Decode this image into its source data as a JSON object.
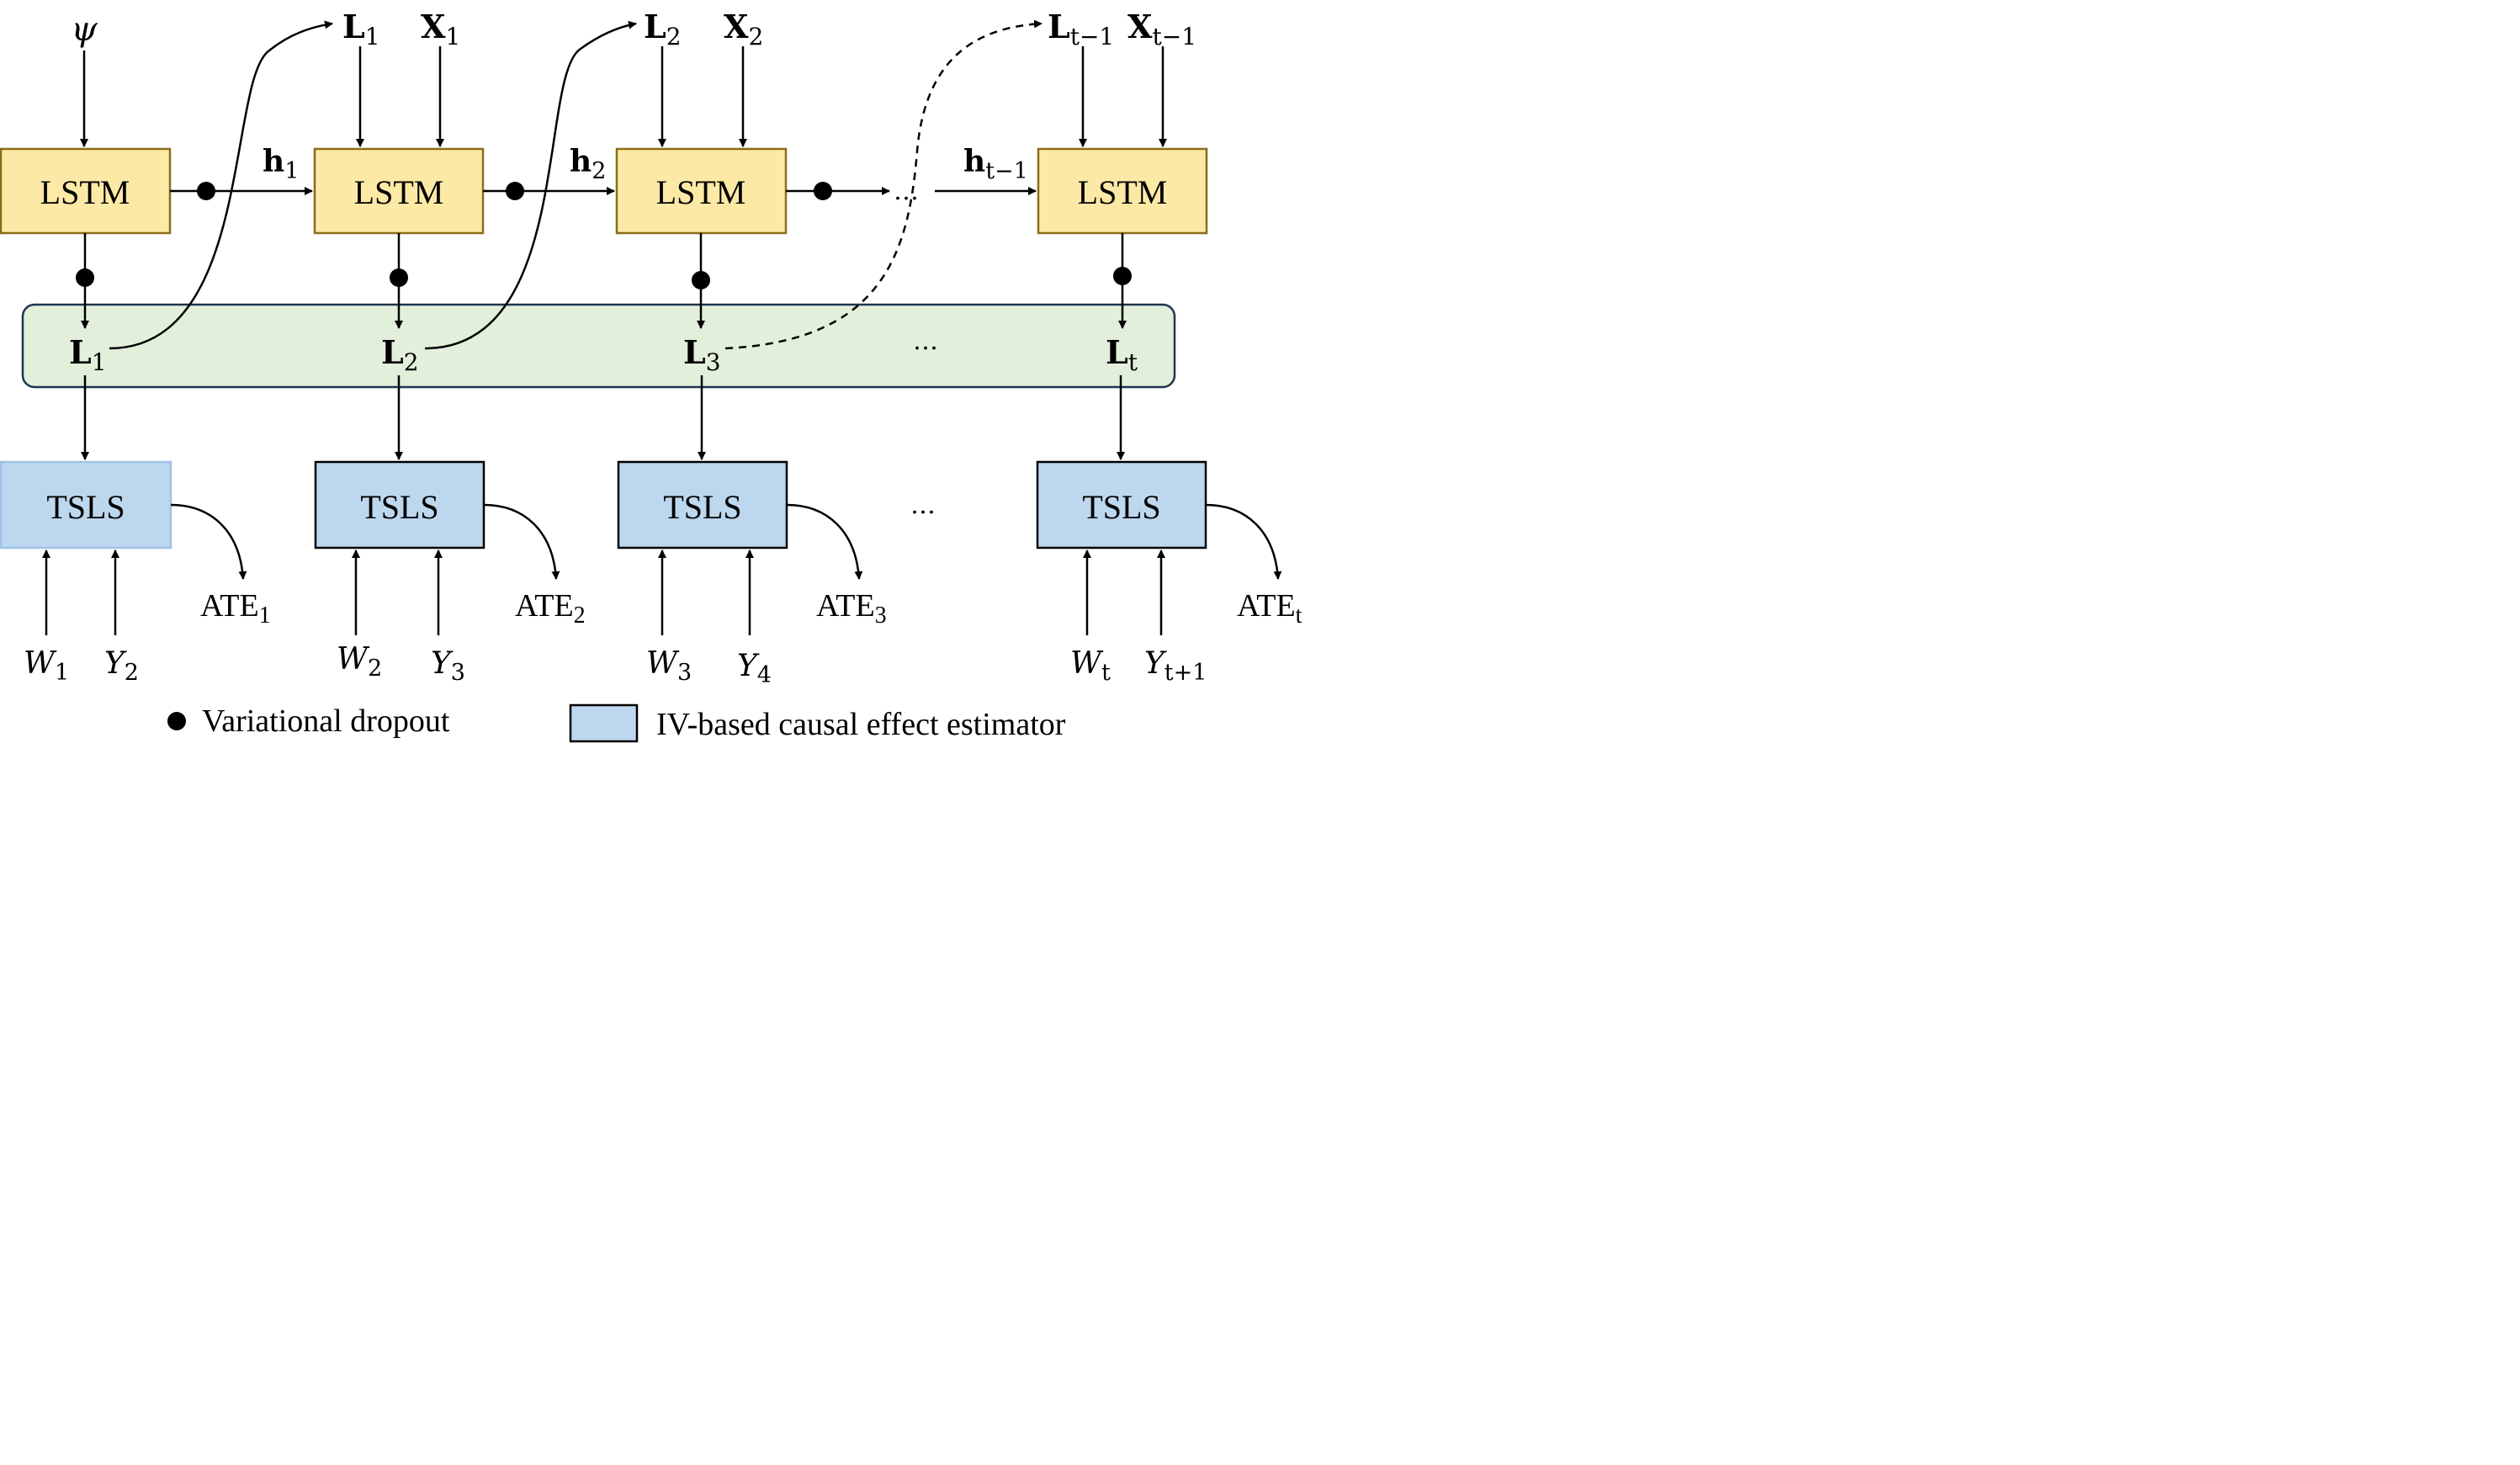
{
  "colors": {
    "lstm_fill": "#fde9a6",
    "lstm_stroke": "#8a6d1a",
    "tsls_fill": "#bdd7ee",
    "tsls_stroke": "#000000",
    "tsls_first_stroke": "#9dc3e6",
    "band_fill": "#e2efda",
    "band_stroke": "#1f3550"
  },
  "top_inputs": {
    "psi": "ψ",
    "L1": {
      "base": "L",
      "sub": "1"
    },
    "X1": {
      "base": "X",
      "sub": "1"
    },
    "L2": {
      "base": "L",
      "sub": "2"
    },
    "X2": {
      "base": "X",
      "sub": "2"
    },
    "Lt1": {
      "base": "L",
      "sub": "t−1"
    },
    "Xt1": {
      "base": "X",
      "sub": "t−1"
    }
  },
  "lstm_label": "LSTM",
  "hidden": {
    "h1": {
      "base": "h",
      "sub": "1"
    },
    "h2": {
      "base": "h",
      "sub": "2"
    },
    "ht1": {
      "base": "h",
      "sub": "t−1"
    }
  },
  "band": {
    "L1": {
      "base": "L",
      "sub": "1"
    },
    "L2": {
      "base": "L",
      "sub": "2"
    },
    "L3": {
      "base": "L",
      "sub": "3"
    },
    "Lt": {
      "base": "L",
      "sub": "t"
    },
    "ellipsis": "…"
  },
  "tsls_label": "TSLS",
  "row_ellipsis": "…",
  "ate": [
    {
      "base": "ATE",
      "sub": "1"
    },
    {
      "base": "ATE",
      "sub": "2"
    },
    {
      "base": "ATE",
      "sub": "3"
    },
    {
      "base": "ATE",
      "sub": "t"
    }
  ],
  "instruments": [
    {
      "w": {
        "base": "W",
        "sub": "1"
      },
      "y": {
        "base": "Y",
        "sub": "2"
      }
    },
    {
      "w": {
        "base": "W",
        "sub": "2"
      },
      "y": {
        "base": "Y",
        "sub": "3"
      }
    },
    {
      "w": {
        "base": "W",
        "sub": "3"
      },
      "y": {
        "base": "Y",
        "sub": "4"
      }
    },
    {
      "w": {
        "base": "W",
        "sub": "t"
      },
      "y": {
        "base": "Y",
        "sub": "t+1"
      }
    }
  ],
  "legend": {
    "dropout": "Variational dropout",
    "estimator": "IV-based causal effect estimator"
  }
}
